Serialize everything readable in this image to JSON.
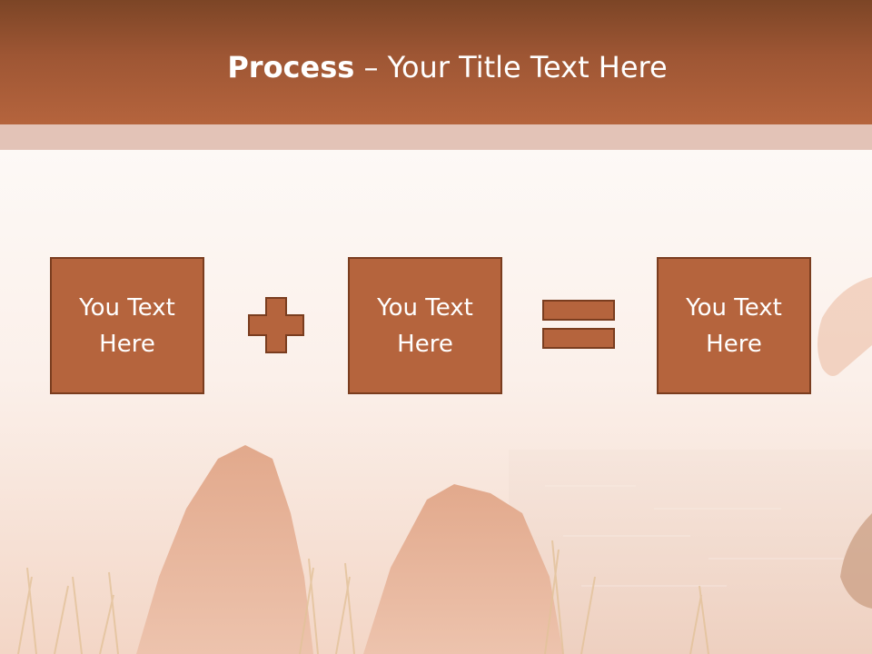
{
  "slide": {
    "title_bold": "Process",
    "title_rest": " – Your Title Text Here"
  },
  "boxes": [
    {
      "line1": "You Text",
      "line2": "Here"
    },
    {
      "line1": "You Text",
      "line2": "Here"
    },
    {
      "line1": "You Text",
      "line2": "Here"
    }
  ],
  "operators": {
    "first": "plus-icon",
    "second": "equals-icon"
  },
  "colors": {
    "header_dark": "#7c4526",
    "header_light": "#b5643d",
    "accent_band": "#e3c3b7",
    "box_fill": "#b5643d",
    "box_border": "#7a3d1f",
    "text": "#ffffff"
  }
}
